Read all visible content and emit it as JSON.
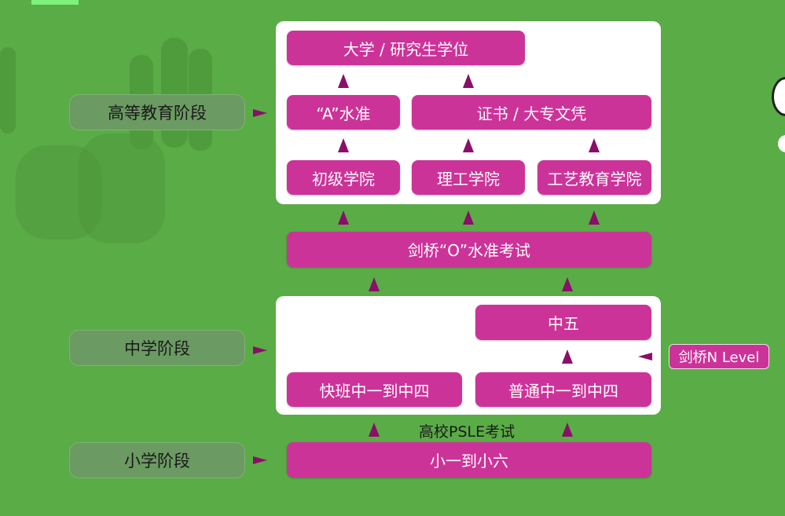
{
  "colors": {
    "background": "#5aac46",
    "box": "#cc3399",
    "arrow": "#8a0e6a",
    "stage": "#6b9a63"
  },
  "stages": {
    "higher": "高等教育阶段",
    "secondary": "中学阶段",
    "primary": "小学阶段"
  },
  "boxes": {
    "university": "大学 / 研究生学位",
    "a_level": "“A”水准",
    "diploma": "证书 / 大专文凭",
    "junior_college": "初级学院",
    "polytechnic": "理工学院",
    "ite": "工艺教育学院",
    "o_level": "剑桥“O”水准考试",
    "sec5": "中五",
    "express": "快班中一到中四",
    "normal": "普通中一到中四",
    "primary": "小一到小六"
  },
  "labels": {
    "n_level": "剑桥N Level",
    "psle": "高校PSLE考试"
  }
}
